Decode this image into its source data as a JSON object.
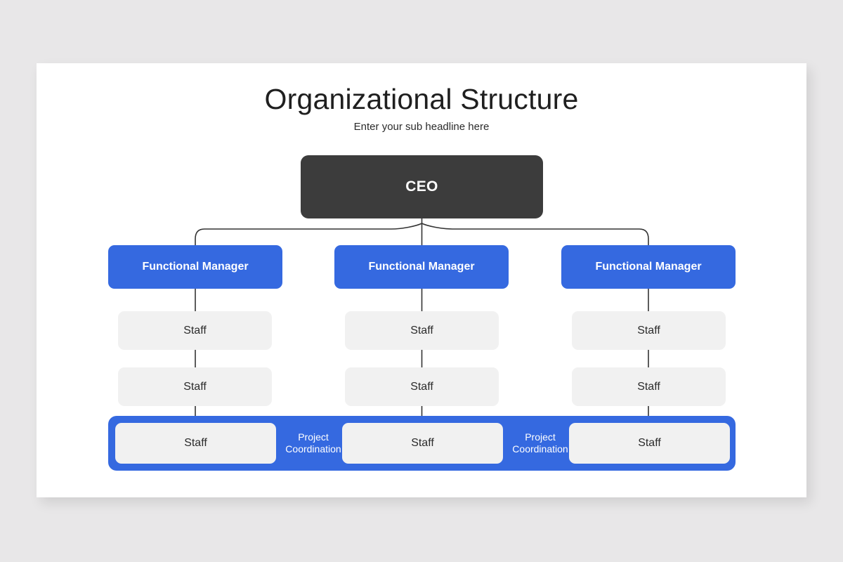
{
  "slide": {
    "title": "Organizational Structure",
    "subtitle": "Enter your sub headline here"
  },
  "colors": {
    "background": "#e8e7e8",
    "card": "#ffffff",
    "accent_blue": "#3569e0",
    "executive_dark": "#3c3c3c",
    "staff_gray": "#f1f1f1",
    "connector_line": "#333333",
    "text_dark": "#1f1f1f",
    "text_light": "#ffffff"
  },
  "chart": {
    "root": {
      "label": "CEO"
    },
    "columns": [
      {
        "manager": "Functional Manager",
        "staff": [
          "Staff",
          "Staff",
          "Staff"
        ]
      },
      {
        "manager": "Functional Manager",
        "staff": [
          "Staff",
          "Staff",
          "Staff"
        ]
      },
      {
        "manager": "Functional Manager",
        "staff": [
          "Staff",
          "Staff",
          "Staff"
        ]
      }
    ],
    "coordination_labels": [
      "Project\nCoordination",
      "Project\nCoordination"
    ],
    "coordination_label_lines": [
      [
        "Project",
        "Coordination"
      ],
      [
        "Project",
        "Coordination"
      ]
    ]
  }
}
